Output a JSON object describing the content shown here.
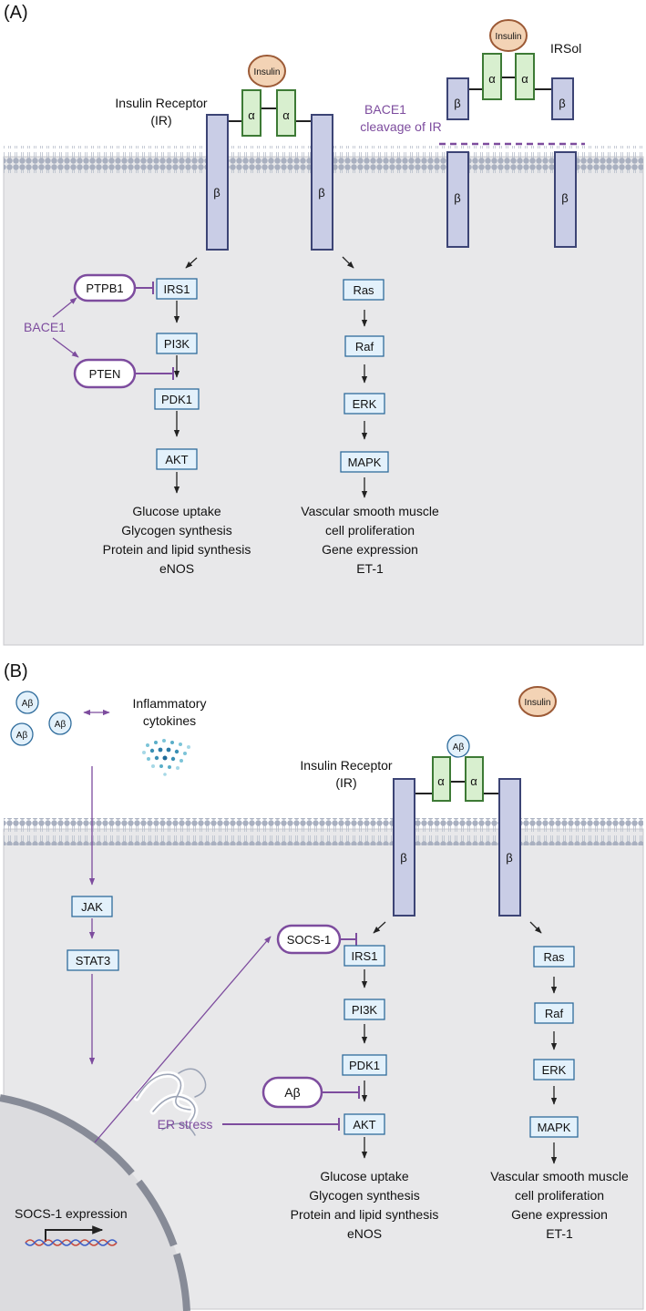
{
  "panel_a": {
    "label": "(A)",
    "insulin": "Insulin",
    "receptor_label_1": "Insulin Receptor",
    "receptor_label_2": "(IR)",
    "alpha": "α",
    "beta": "β",
    "irsol": "IRSol",
    "bace_cleavage_1": "BACE1",
    "bace_cleavage_2": "cleavage of IR",
    "bace1": "BACE1",
    "ptpb1": "PTPB1",
    "pten": "PTEN",
    "left_path": [
      "IRS1",
      "PI3K",
      "PDK1",
      "AKT"
    ],
    "right_path": [
      "Ras",
      "Raf",
      "ERK",
      "MAPK"
    ],
    "left_outcomes": [
      "Glucose uptake",
      "Glycogen synthesis",
      "Protein and lipid synthesis",
      "eNOS"
    ],
    "right_outcomes": [
      "Vascular smooth muscle",
      "cell proliferation",
      "Gene expression",
      "ET-1"
    ]
  },
  "panel_b": {
    "label": "(B)",
    "abeta": "Aβ",
    "cytokines_1": "Inflammatory",
    "cytokines_2": "cytokines",
    "insulin": "Insulin",
    "receptor_label_1": "Insulin Receptor",
    "receptor_label_2": "(IR)",
    "alpha": "α",
    "beta": "β",
    "jak": "JAK",
    "stat3": "STAT3",
    "socs1": "SOCS-1",
    "abeta_inhibitor": "Aβ",
    "er_stress": "ER stress",
    "socs_expression": "SOCS-1 expression",
    "left_path": [
      "IRS1",
      "PI3K",
      "PDK1",
      "AKT"
    ],
    "right_path": [
      "Ras",
      "Raf",
      "ERK",
      "MAPK"
    ],
    "left_outcomes": [
      "Glucose uptake",
      "Glycogen synthesis",
      "Protein and lipid synthesis",
      "eNOS"
    ],
    "right_outcomes": [
      "Vascular smooth muscle",
      "cell proliferation",
      "Gene expression",
      "ET-1"
    ]
  },
  "colors": {
    "receptor_fill": "#c9cde6",
    "receptor_stroke": "#3c4475",
    "alpha_fill": "#d8efcf",
    "alpha_stroke": "#3d7a35",
    "insulin_fill": "#f3d3b5",
    "insulin_stroke": "#9c5a36",
    "protein_fill": "#e3f1fb",
    "protein_stroke": "#2f6c9c",
    "purple": "#7d4c9e",
    "cell_bg": "#e8e8ea",
    "membrane": "#9aa2b4"
  }
}
